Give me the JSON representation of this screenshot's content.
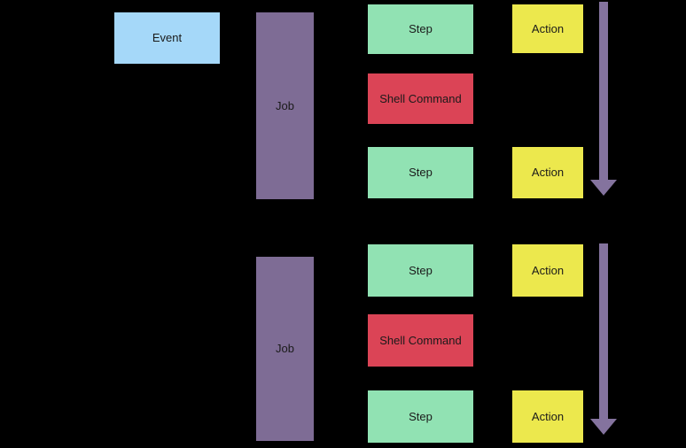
{
  "diagram": {
    "description": "Workflow components diagram: Event triggers Jobs; each Job runs Steps (Shell Commands or Actions) in top-to-bottom order",
    "background_color": "#000000",
    "text_color": "#1A1A1A",
    "colors": {
      "event": "#A5D8F9",
      "job": "#7E6C95",
      "step": "#91E2B3",
      "shell_command": "#DB4456",
      "action": "#ECE84D",
      "arrow": "#84739E"
    },
    "nodes": {
      "event": {
        "label": "Event"
      },
      "job_1": {
        "label": "Job"
      },
      "step_1": {
        "label": "Step"
      },
      "shell_command_1": {
        "label": "Shell Command"
      },
      "step_2": {
        "label": "Step"
      },
      "action_1": {
        "label": "Action"
      },
      "action_2": {
        "label": "Action"
      },
      "job_2": {
        "label": "Job"
      },
      "step_3": {
        "label": "Step"
      },
      "shell_command_2": {
        "label": "Shell Command"
      },
      "step_4": {
        "label": "Step"
      },
      "action_3": {
        "label": "Action"
      },
      "action_4": {
        "label": "Action"
      }
    },
    "arrows": {
      "count": 2,
      "direction": "down",
      "color": "#84739E"
    }
  }
}
